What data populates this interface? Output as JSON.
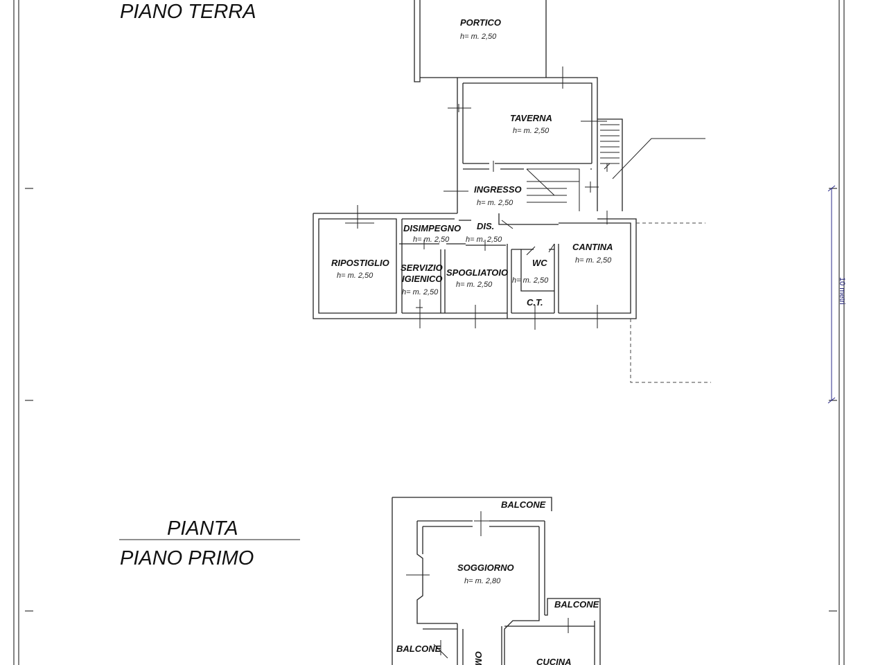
{
  "titles": {
    "ground_floor": "PIANO TERRA",
    "plan": "PIANTA",
    "first_floor": "PIANO PRIMO"
  },
  "scale_bar": {
    "label": "10 metri"
  },
  "ground_floor": {
    "portico": {
      "name": "PORTICO",
      "height": "h= m. 2,50"
    },
    "taverna": {
      "name": "TAVERNA",
      "height": "h= m. 2,50"
    },
    "ingresso": {
      "name": "INGRESSO",
      "height": "h= m. 2,50"
    },
    "disimpegno": {
      "name": "DISIMPEGNO",
      "height": "h= m. 2,50"
    },
    "dis": {
      "name": "DIS.",
      "height": "h= m. 2,50"
    },
    "ripostiglio": {
      "name": "RIPOSTIGLIO",
      "height": "h= m. 2,50"
    },
    "servizio_igienico": {
      "name_line1": "SERVIZIO",
      "name_line2": "IGIENICO",
      "height": "h= m. 2,50"
    },
    "spogliatoio": {
      "name": "SPOGLIATOIO",
      "height": "h= m. 2,50"
    },
    "wc": {
      "name": "WC",
      "height": "h= m. 2,50"
    },
    "ct": {
      "name": "C.T."
    },
    "cantina": {
      "name": "CANTINA",
      "height": "h= m. 2,50"
    }
  },
  "first_floor": {
    "balcone_top": {
      "name": "BALCONE"
    },
    "soggiorno": {
      "name": "SOGGIORNO",
      "height": "h= m. 2,80"
    },
    "balcone_right": {
      "name": "BALCONE"
    },
    "balcone_left": {
      "name": "BALCONE"
    },
    "cucina": {
      "name": "CUCINA"
    },
    "cut_label": {
      "name": "OM"
    }
  }
}
